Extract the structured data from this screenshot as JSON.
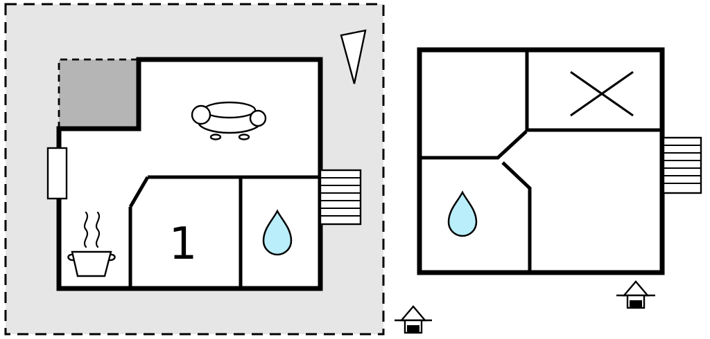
{
  "plan": {
    "bedroom_label": "1"
  },
  "colors": {
    "plot_background": "#e6e6e6",
    "terrace_fill": "#b5b5b5",
    "wall": "#000000",
    "interior_fill": "#ffffff",
    "water_drop_fill": "#b9eefa"
  },
  "icons": {
    "north_arrow": "hollow-triangle-compass-pointer",
    "sofa": "sofa-top-view-outline",
    "cooking_pot": "pot-with-steam",
    "water_drop": "teardrop-bathroom-marker",
    "stairs": "hatched-steps",
    "cross_mark": "diagonal-cross",
    "entrance": "house-with-level-line"
  }
}
